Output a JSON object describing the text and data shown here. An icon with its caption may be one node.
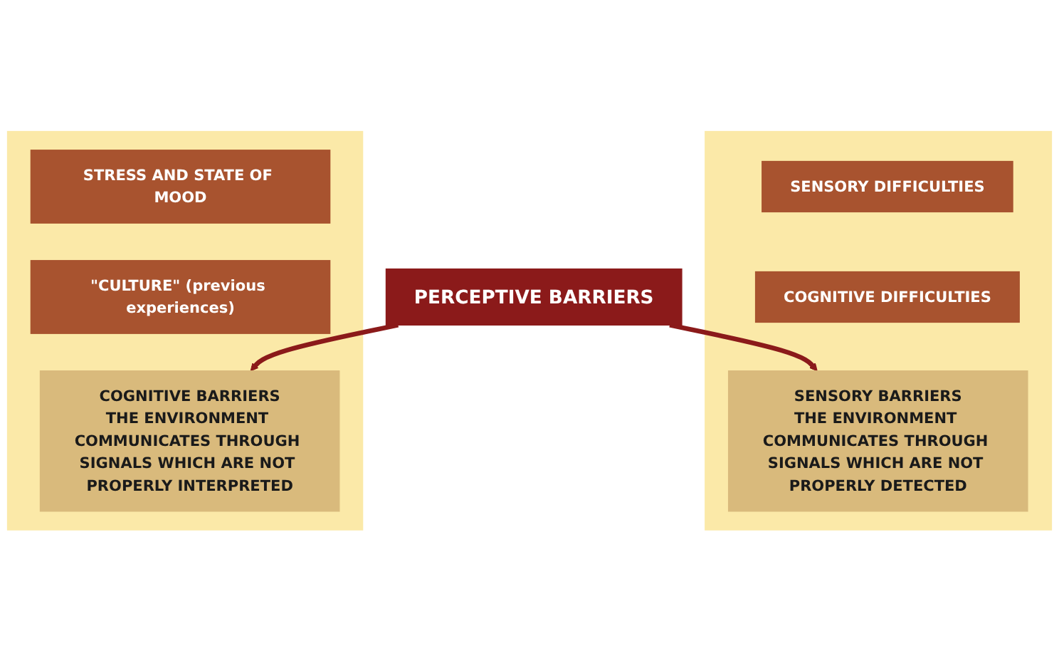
{
  "diagram": {
    "nodes": [
      {
        "text": [],
        "shape": "box"
      },
      {
        "text": [
          "SENSORY DIFFICULTIES"
        ],
        "in": 0
      },
      {
        "text": [
          "COGNITIVE DIFFICULTIES"
        ],
        "in": 0
      },
      {
        "text": [
          "SENSORY BARRIERS",
          "THE ENVIRONMENT COMMUNICATES THROUGH SIGNALS WHICH ARE NOT PROPERLY DETECTED"
        ],
        "in": 0
      },
      {
        "text": [],
        "shape": "box"
      },
      {
        "text": [
          "STRESS AND STATE OF MOOD"
        ],
        "in": 4
      },
      {
        "text": [
          "\"CULTURE\" (previous experiences)"
        ],
        "in": 4
      },
      {
        "text": [
          "COGNITIVE BARRIERS",
          "THE ENVIRONMENT COMMUNICATES THROUGH SIGNALS WHICH ARE NOT PROPERLY INTERPRETED"
        ],
        "in": 4
      },
      {
        "text": [
          "PERCEPTIVE BARRIERS"
        ]
      }
    ],
    "edges": [
      {
        "from": 8,
        "to": 3,
        "arrow": "to"
      },
      {
        "from": 8,
        "to": 7,
        "arrow": "to"
      }
    ]
  }
}
